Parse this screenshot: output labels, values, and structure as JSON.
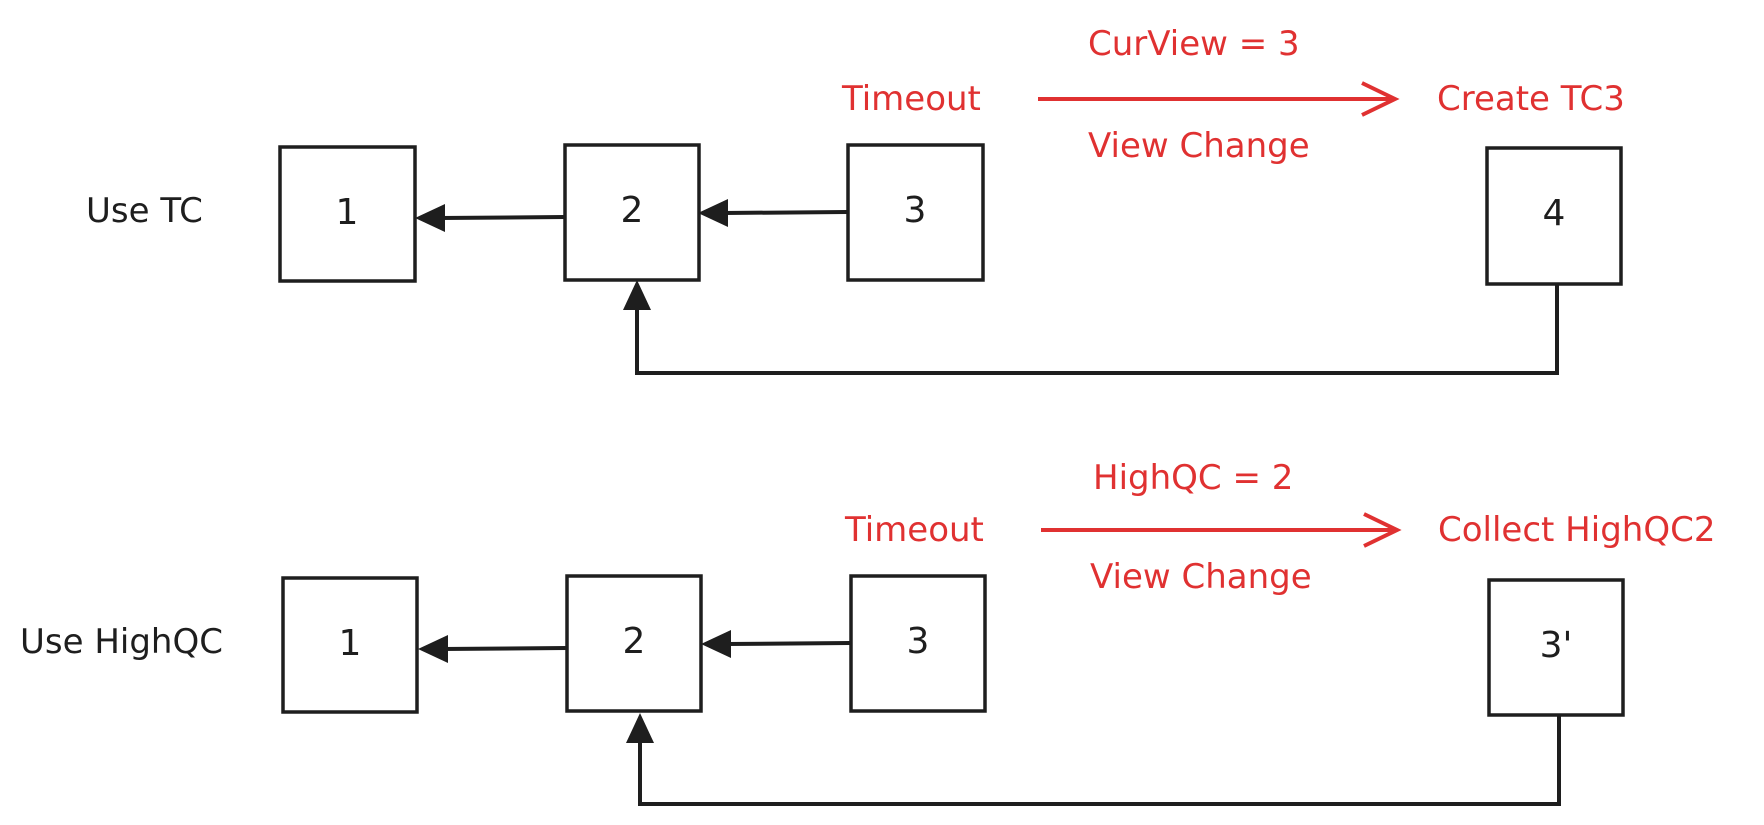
{
  "colors": {
    "ink": "#1e1e1e",
    "accent": "#e03131",
    "background": "#ffffff"
  },
  "top": {
    "row_label": "Use TC",
    "blocks": [
      "1",
      "2",
      "3",
      "4"
    ],
    "event_label": "Timeout",
    "arrow_above": "CurView = 3",
    "arrow_below": "View Change",
    "action_label": "Create TC3"
  },
  "bottom": {
    "row_label": "Use HighQC",
    "blocks": [
      "1",
      "2",
      "3",
      "3'"
    ],
    "event_label": "Timeout",
    "arrow_above": "HighQC = 2",
    "arrow_below": "View Change",
    "action_label": "Collect HighQC2"
  }
}
